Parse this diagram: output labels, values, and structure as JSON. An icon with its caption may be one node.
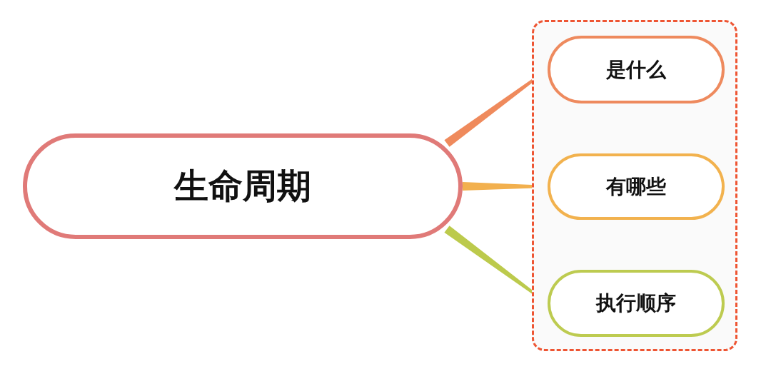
{
  "diagram": {
    "nodes": [
      {
        "text": [
          "生命周期"
        ]
      },
      {
        "text": [],
        "shape": "box"
      },
      {
        "text": [
          "是什么"
        ],
        "in": 1
      },
      {
        "text": [
          "有哪些"
        ],
        "in": 1
      },
      {
        "text": [
          "执行顺序"
        ],
        "in": 1
      }
    ],
    "edges": [
      {
        "from": 0,
        "to": 2,
        "arrow": "none",
        "style": "thick",
        "color": "#ef8a5c"
      },
      {
        "from": 0,
        "to": 3,
        "arrow": "none",
        "style": "thick",
        "color": "#f2b04e"
      },
      {
        "from": 0,
        "to": 4,
        "arrow": "none",
        "style": "thick",
        "color": "#bcca4c"
      }
    ]
  }
}
